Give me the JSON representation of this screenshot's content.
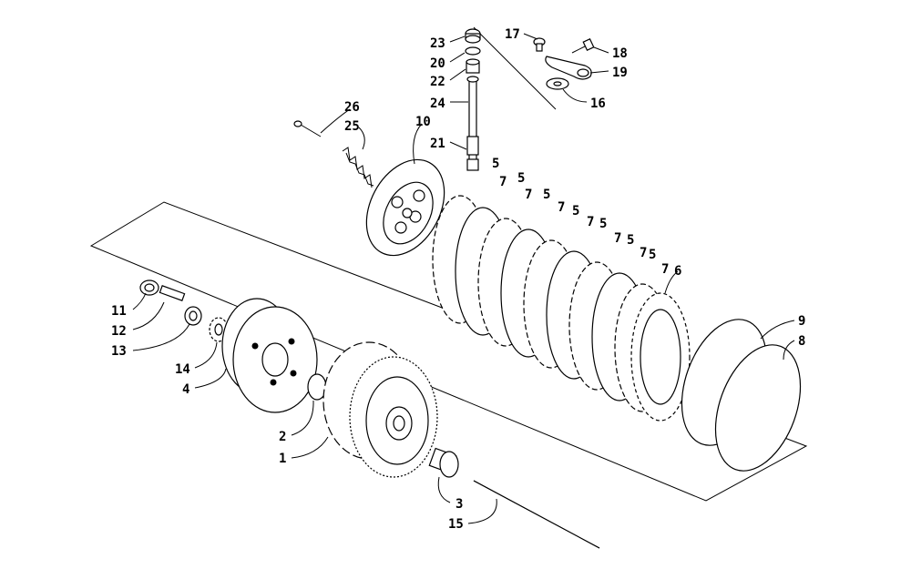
{
  "callouts": [
    {
      "id": "c23",
      "text": "23"
    },
    {
      "id": "c20",
      "text": "20"
    },
    {
      "id": "c22",
      "text": "22"
    },
    {
      "id": "c24",
      "text": "24"
    },
    {
      "id": "c21",
      "text": "21"
    },
    {
      "id": "c17",
      "text": "17"
    },
    {
      "id": "c18",
      "text": "18"
    },
    {
      "id": "c19",
      "text": "19"
    },
    {
      "id": "c16",
      "text": "16"
    },
    {
      "id": "c26",
      "text": "26"
    },
    {
      "id": "c25",
      "text": "25"
    },
    {
      "id": "c10",
      "text": "10"
    },
    {
      "id": "c5a",
      "text": "5"
    },
    {
      "id": "c7a",
      "text": "7"
    },
    {
      "id": "c5b",
      "text": "5"
    },
    {
      "id": "c7b",
      "text": "7"
    },
    {
      "id": "c5c",
      "text": "5"
    },
    {
      "id": "c7c",
      "text": "7"
    },
    {
      "id": "c5d",
      "text": "5"
    },
    {
      "id": "c7d",
      "text": "7"
    },
    {
      "id": "c5e",
      "text": "5"
    },
    {
      "id": "c7e",
      "text": "7"
    },
    {
      "id": "c5f",
      "text": "5"
    },
    {
      "id": "c7f",
      "text": "7"
    },
    {
      "id": "c5g",
      "text": "5"
    },
    {
      "id": "c7g",
      "text": "7"
    },
    {
      "id": "c6",
      "text": "6"
    },
    {
      "id": "c11",
      "text": "11"
    },
    {
      "id": "c12",
      "text": "12"
    },
    {
      "id": "c13",
      "text": "13"
    },
    {
      "id": "c14",
      "text": "14"
    },
    {
      "id": "c4",
      "text": "4"
    },
    {
      "id": "c2",
      "text": "2"
    },
    {
      "id": "c1",
      "text": "1"
    },
    {
      "id": "c9",
      "text": "9"
    },
    {
      "id": "c8",
      "text": "8"
    },
    {
      "id": "c3",
      "text": "3"
    },
    {
      "id": "c15",
      "text": "15"
    }
  ]
}
